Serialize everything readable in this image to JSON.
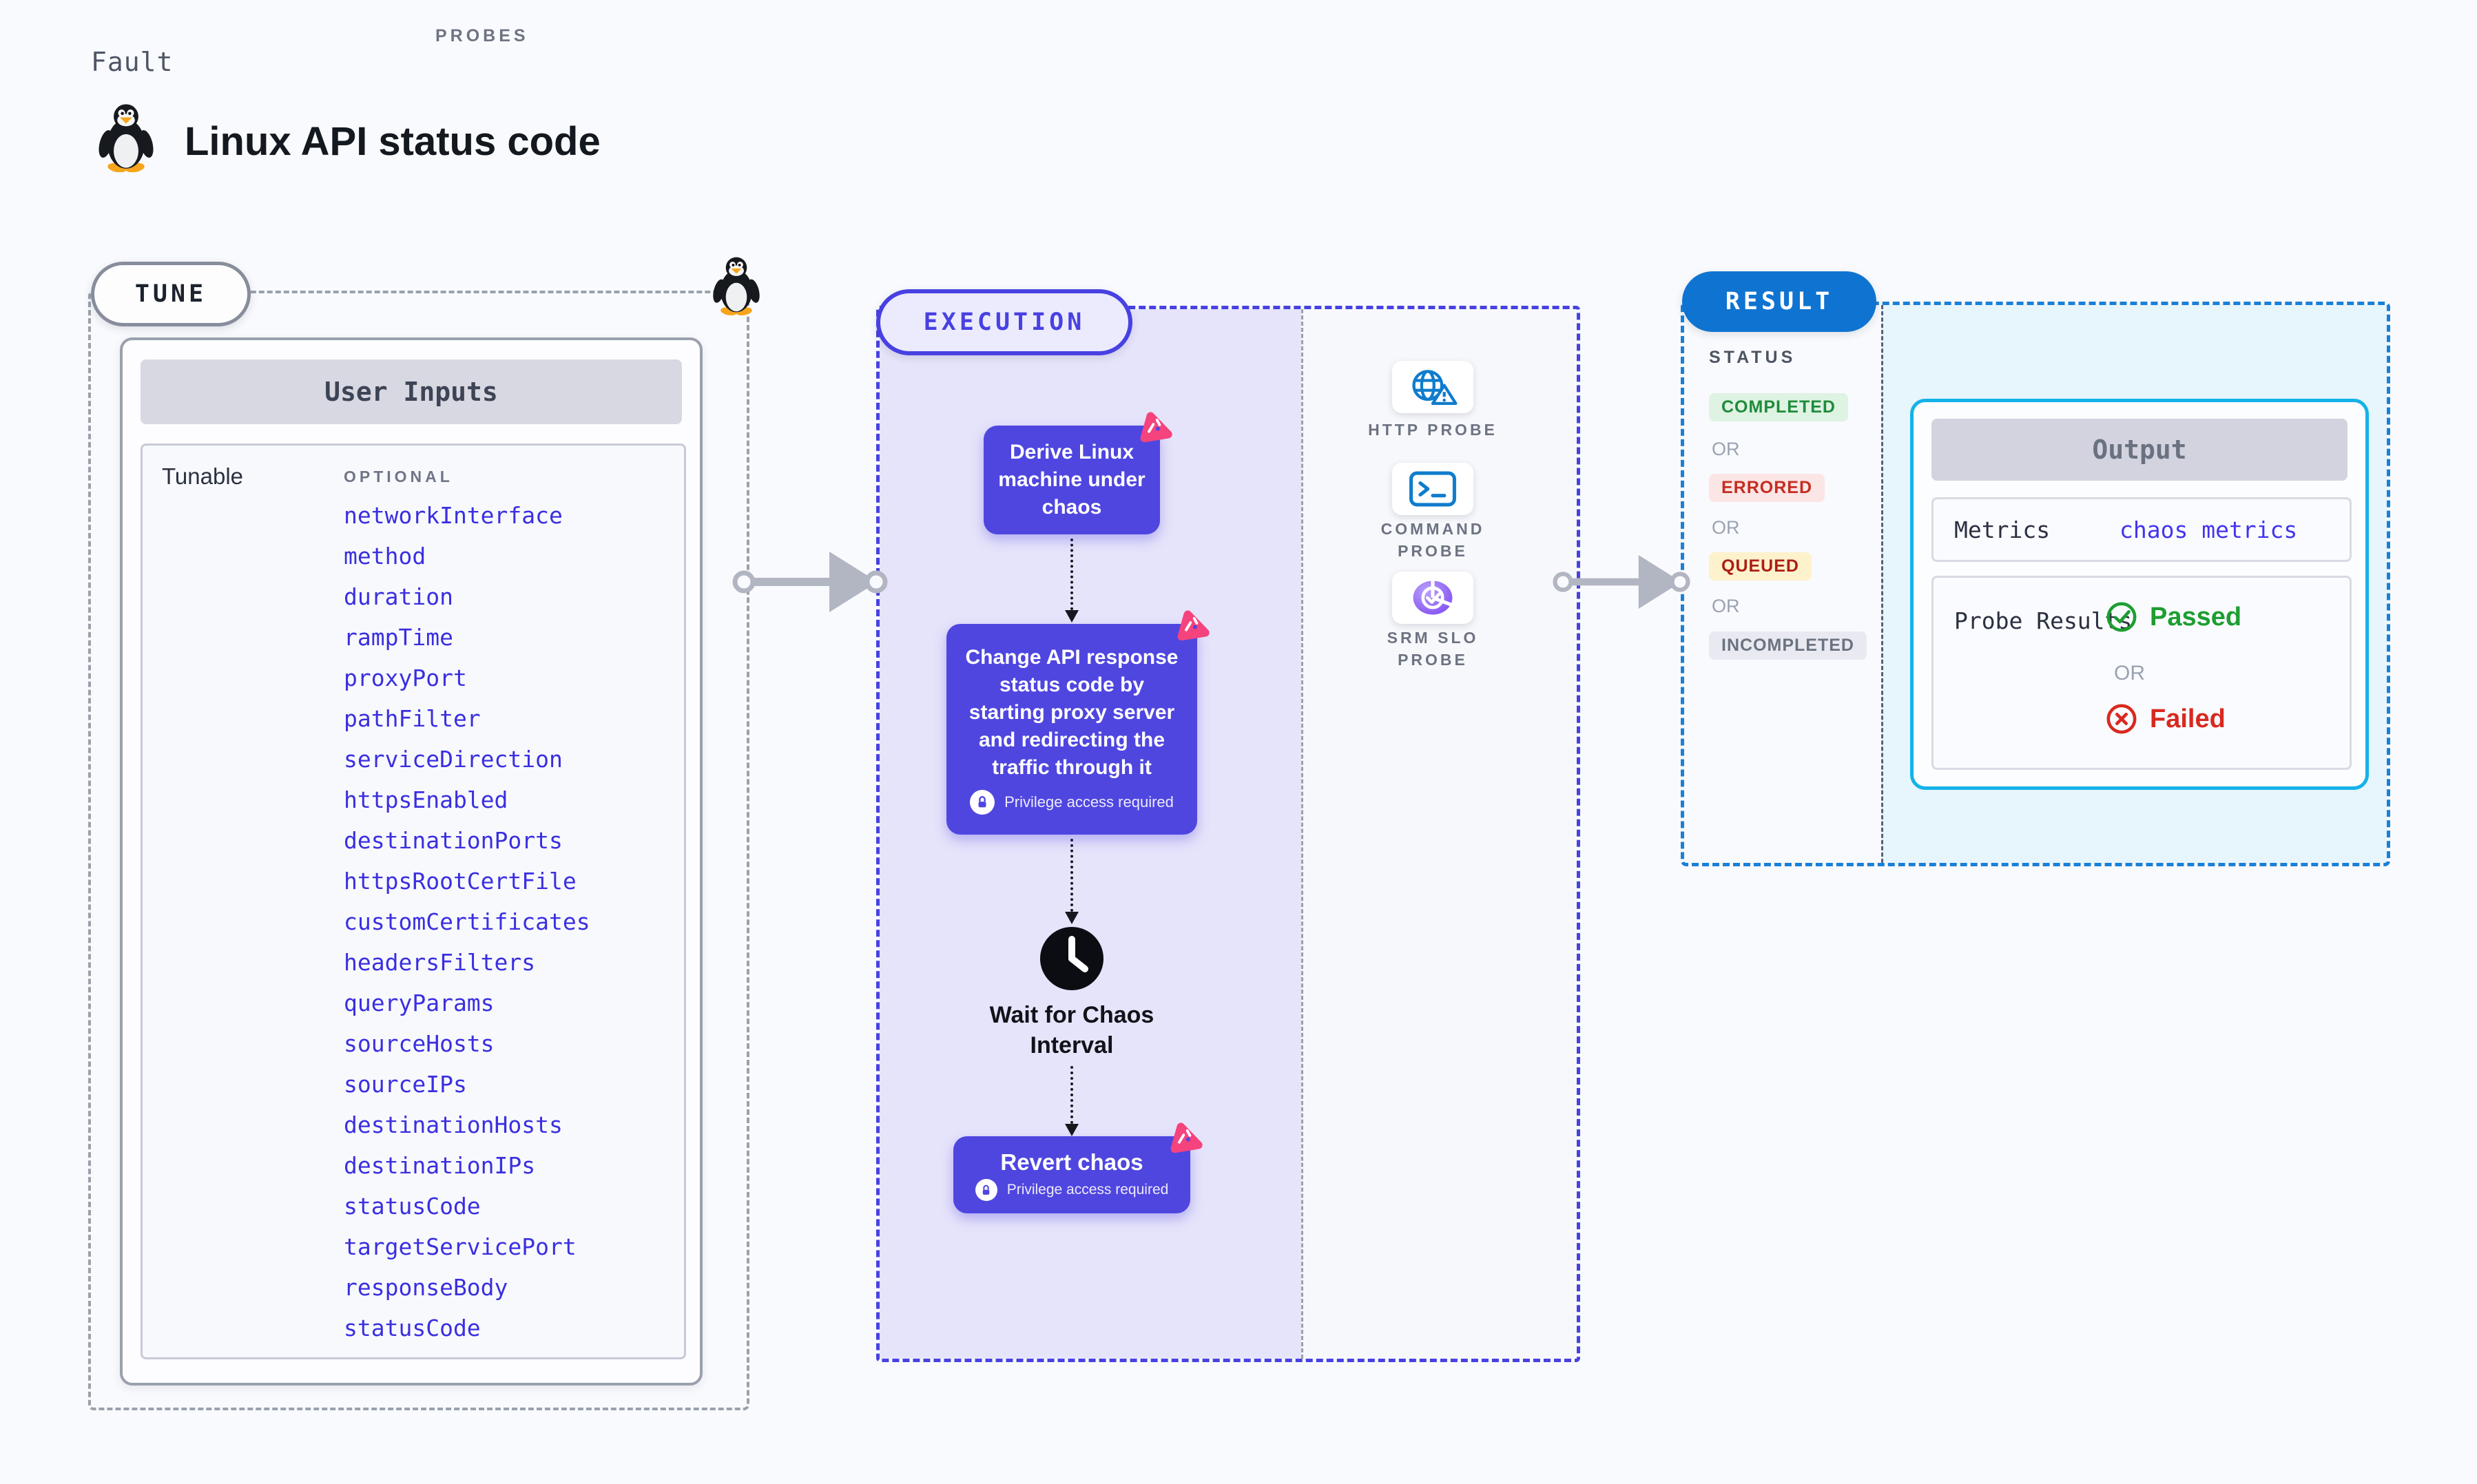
{
  "page": {
    "kicker": "Fault",
    "title": "Linux API status code"
  },
  "tune": {
    "badge": "TUNE",
    "card_title": "User Inputs",
    "row_label": "Tunable",
    "column_label": "OPTIONAL",
    "params": [
      "networkInterface",
      "method",
      "duration",
      "rampTime",
      "proxyPort",
      "pathFilter",
      "serviceDirection",
      "httpsEnabled",
      "destinationPorts",
      "httpsRootCertFile",
      "customCertificates",
      "headersFilters",
      "queryParams",
      "sourceHosts",
      "sourceIPs",
      "destinationHosts",
      "destinationIPs",
      "statusCode",
      "targetServicePort",
      "responseBody",
      "statusCode"
    ]
  },
  "execution": {
    "badge": "EXECUTION",
    "privilege_note": "Privilege access required",
    "steps": {
      "derive": "Derive Linux machine under chaos",
      "inject": "Change API response status code by starting proxy server and redirecting the traffic through it",
      "wait": "Wait for Chaos Interval",
      "revert": "Revert chaos"
    },
    "probes": {
      "title": "PROBES",
      "items": [
        {
          "label": "HTTP PROBE",
          "icon": "globe-alert-icon"
        },
        {
          "label": "COMMAND PROBE",
          "icon": "terminal-icon"
        },
        {
          "label": "SRM SLO PROBE",
          "icon": "slo-pie-check-icon"
        }
      ]
    }
  },
  "result": {
    "badge": "RESULT",
    "status_label": "STATUS",
    "or": "OR",
    "statuses": [
      {
        "label": "COMPLETED",
        "fg": "#1f8b3b",
        "bg": "#def3e2"
      },
      {
        "label": "ERRORED",
        "fg": "#c42d21",
        "bg": "#fce5e5"
      },
      {
        "label": "QUEUED",
        "fg": "#ac1f14",
        "bg": "#fdf2cc"
      },
      {
        "label": "INCOMPLETED",
        "fg": "#6b7280",
        "bg": "#e9eaf1"
      }
    ],
    "output": {
      "title": "Output",
      "metrics_label": "Metrics",
      "metrics_value": "chaos metrics",
      "probe_results_label": "Probe Results",
      "passed": "Passed",
      "or": "OR",
      "failed": "Failed"
    }
  },
  "colors": {
    "accent_indigo": "#4f46e0",
    "execution_border": "#4741e2",
    "chaos_pink": "#f5437e",
    "result_blue": "#0f74d1",
    "result_dash_blue": "#1a80d7",
    "output_cyan_border": "#14b2e8",
    "param_link_blue": "#3a2fe0",
    "passed_green": "#1d9e31",
    "failed_red": "#d8291f",
    "probe_icon_blue": "#0f7ccd",
    "slo_purple": "#8b5cf6",
    "exec_fill": "#e6e4fa",
    "result_fill": "#e7f5fc"
  }
}
